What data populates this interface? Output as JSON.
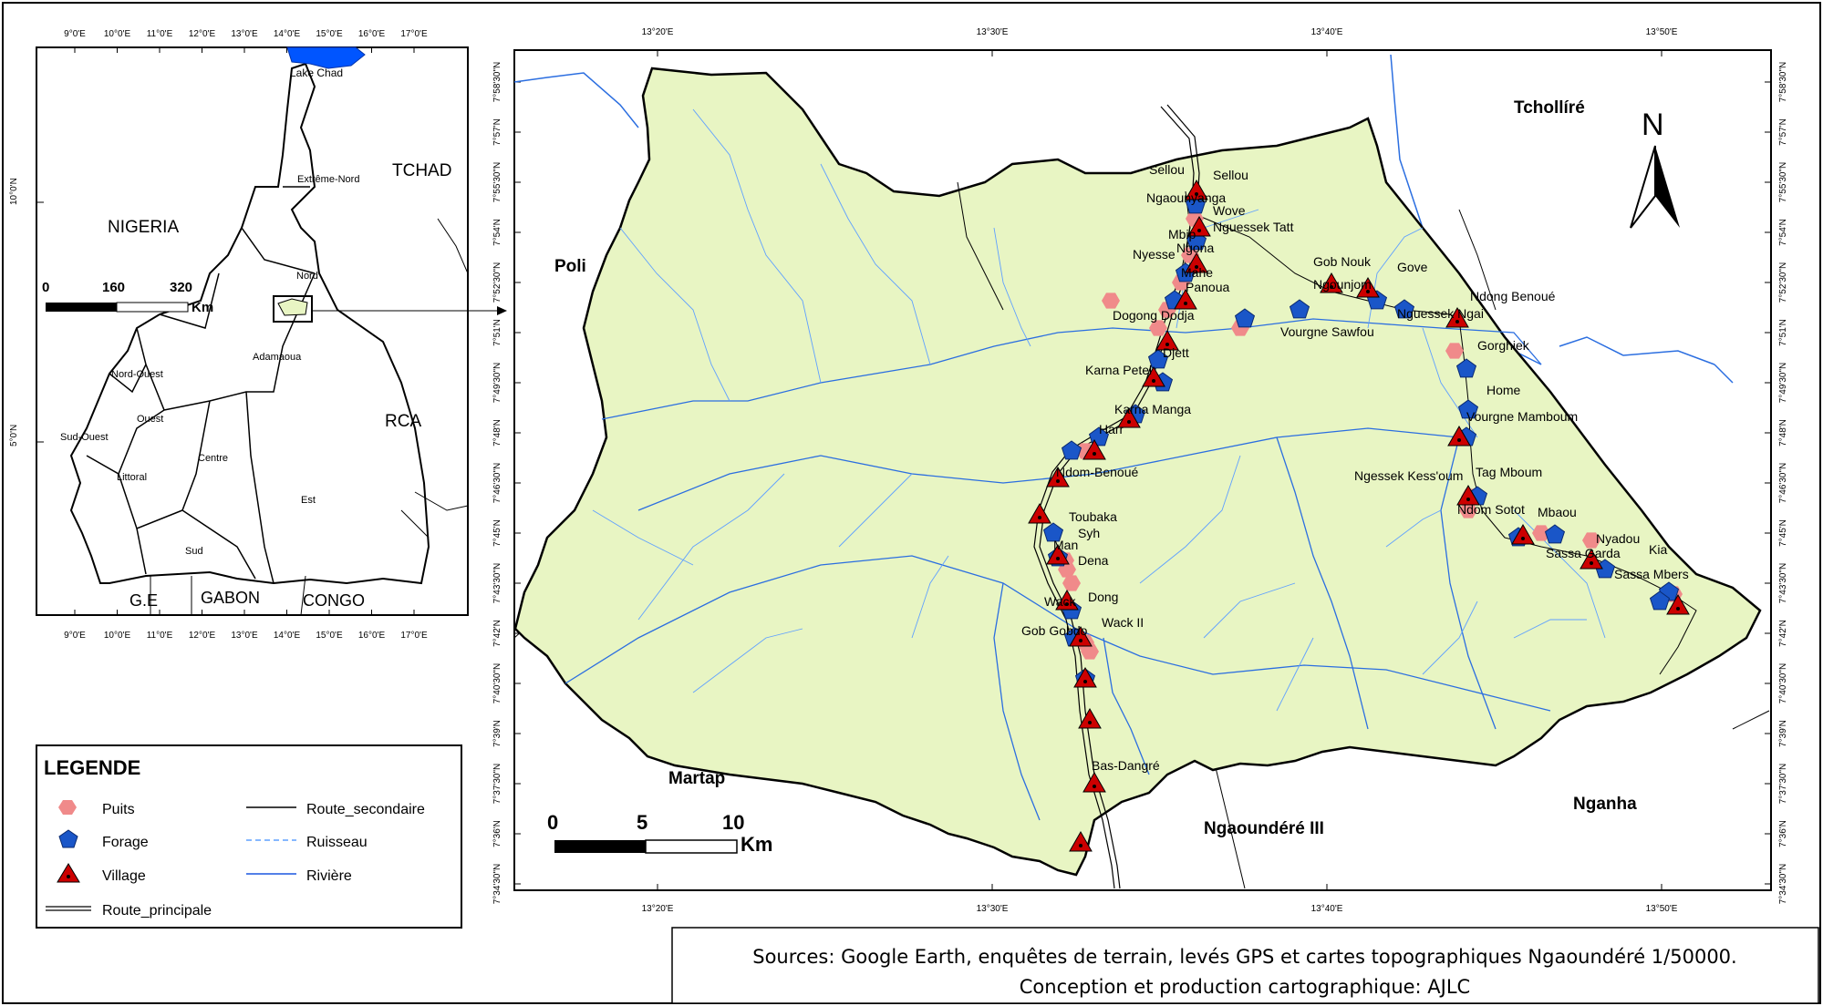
{
  "inset": {
    "top_ticks": [
      "9°0'E",
      "10°0'E",
      "11°0'E",
      "12°0'E",
      "13°0'E",
      "14°0'E",
      "15°0'E",
      "16°0'E",
      "17°0'E"
    ],
    "bottom_ticks": [
      "9°0'E",
      "10°0'E",
      "11°0'E",
      "12°0'E",
      "13°0'E",
      "14°0'E",
      "15°0'E",
      "16°0'E",
      "17°0'E"
    ],
    "left_ticks": [
      "10°0'N",
      "5°0'N"
    ],
    "countries": [
      "NIGERIA",
      "TCHAD",
      "RCA",
      "G.E",
      "GABON",
      "CONGO"
    ],
    "lake": "Lake Chad",
    "regions": [
      "Extrême-Nord",
      "Nord",
      "Adamaoua",
      "Nord-Ouest",
      "Ouest",
      "Sud-Ouest",
      "Littoral",
      "Centre",
      "Est",
      "Sud"
    ],
    "scale": {
      "ticks": [
        "0",
        "160",
        "320"
      ],
      "unit": "Km"
    }
  },
  "main": {
    "top_ticks": [
      "13°20'E",
      "13°30'E",
      "13°40'E",
      "13°50'E"
    ],
    "bottom_ticks": [
      "13°20'E",
      "13°30'E",
      "13°40'E",
      "13°50'E"
    ],
    "right_ticks": [
      "7°58'30\"N",
      "7°57'N",
      "7°55'30\"N",
      "7°54'N",
      "7°52'30\"N",
      "7°51'N",
      "7°49'30\"N",
      "7°48'N",
      "7°46'30\"N",
      "7°45'N",
      "7°43'30\"N",
      "7°42'N",
      "7°40'30\"N",
      "7°39'N",
      "7°37'30\"N",
      "7°36'N",
      "7°34'30\"N"
    ],
    "left_ticks": [
      "7°58'30\"N",
      "7°57'N",
      "7°55'30\"N",
      "7°54'N",
      "7°52'30\"N",
      "7°51'N",
      "7°49'30\"N",
      "7°48'N",
      "7°46'30\"N",
      "7°45'N",
      "7°43'30\"N",
      "7°42'N",
      "7°40'30\"N",
      "7°39'N",
      "7°37'30\"N",
      "7°36'N",
      "7°34'30\"N"
    ],
    "neighbours": [
      "Tchollíré",
      "Poli",
      "Martap",
      "Ngaoundéré III",
      "Nganha"
    ],
    "north": "N",
    "scale": {
      "ticks": [
        "0",
        "5",
        "10"
      ],
      "unit": "Km"
    },
    "place_labels": [
      "Sellou",
      "Sellou",
      "Ngaounyanga",
      "Wove",
      "Nguessek Tatt",
      "Mbip",
      "Nyesse",
      "Ngona",
      "Mahe",
      "Panoua",
      "Gob Nouk",
      "Gove",
      "Ngounjom",
      "Ndong Benoué",
      "Dogong Dodja",
      "Nguessek Ngai",
      "Vourgne Sawfou",
      "Djett",
      "Gorghiek",
      "Karna Petel",
      "Home",
      "Karna Manga",
      "Vourgne Mamboum",
      "Harr",
      "Tag Mboum",
      "Ndom-Benoué",
      "Ngessek Kess'oum",
      "Ndom Sotot",
      "Mbaou",
      "Toubaka",
      "Nyadou",
      "Syh",
      "Man",
      "Sassa Garda",
      "Kia",
      "Dena",
      "Sassa Mbers",
      "Dong",
      "Wack",
      "Wack II",
      "Gob Gobdo",
      "Bas-Dangré"
    ]
  },
  "legend": {
    "title": "LEGENDE",
    "items": [
      "Puits",
      "Forage",
      "Village",
      "Route_principale",
      "Route_secondaire",
      "Ruisseau",
      "Rivière"
    ]
  },
  "sources": {
    "line1": "Sources: Google Earth, enquêtes de terrain, levés GPS et cartes topographiques Ngaoundéré 1/50000.",
    "line2": "Conception et production cartographique: AJLC"
  },
  "colors": {
    "land": "#e8f5c3",
    "water": "#0000ff",
    "forage": "#1a56c8",
    "puits": "#f08a8a",
    "village": "#cc0000",
    "river": "#2b6ee0"
  }
}
